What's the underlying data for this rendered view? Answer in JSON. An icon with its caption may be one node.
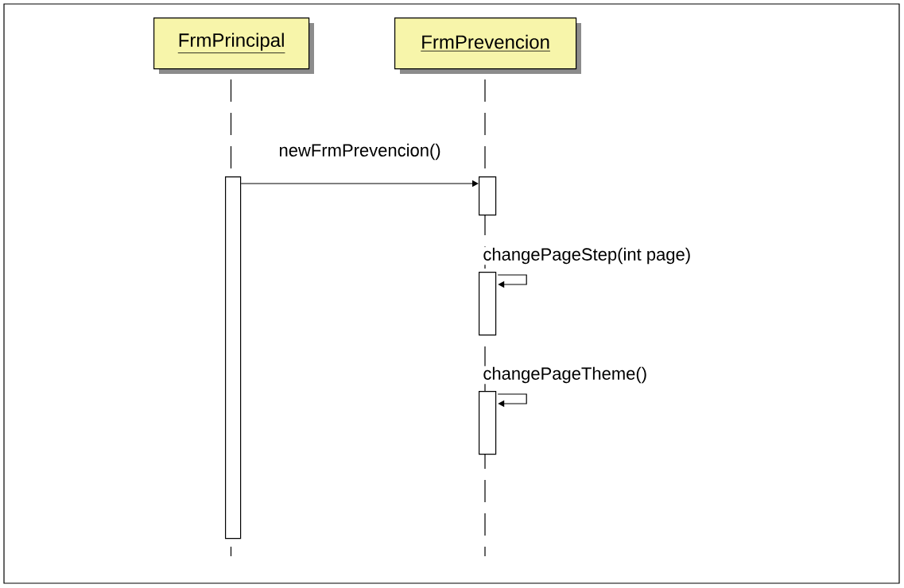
{
  "diagram": {
    "nodes": [
      {
        "text": [
          "FrmPrincipal"
        ]
      },
      {
        "text": [
          "FrmPrevencion"
        ]
      },
      {
        "text": [],
        "shape": "bar"
      },
      {
        "text": [],
        "shape": "bar"
      },
      {
        "text": [],
        "shape": "bar"
      },
      {
        "text": [],
        "shape": "bar"
      }
    ],
    "edges": [
      {
        "from": 2,
        "to": 3,
        "arrow": "to",
        "label": "newFrmPrevencion()"
      },
      {
        "from": 4,
        "to": 4,
        "arrow": "to",
        "label": "changePageStep(int page)"
      },
      {
        "from": 5,
        "to": 5,
        "arrow": "to",
        "label": "changePageTheme()"
      }
    ]
  }
}
